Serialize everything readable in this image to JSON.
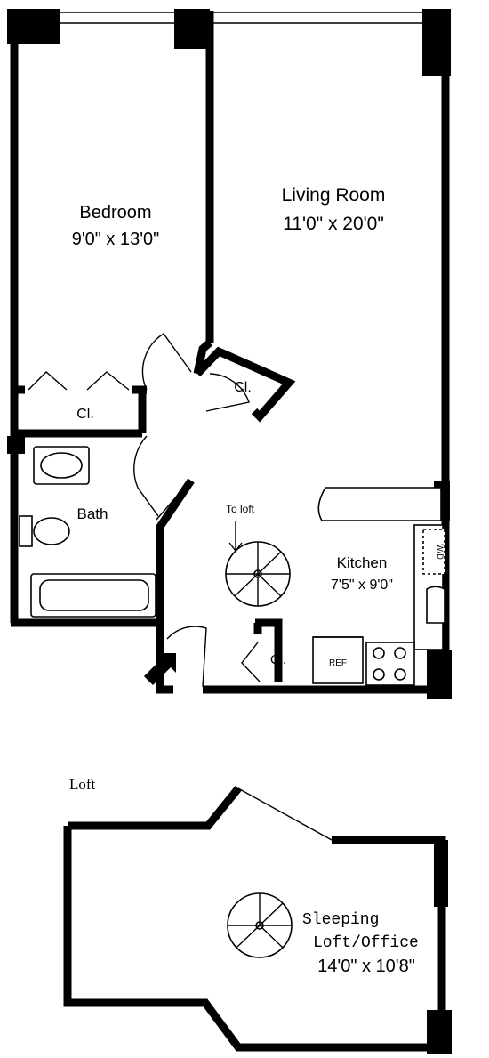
{
  "rooms": {
    "bedroom": {
      "name": "Bedroom",
      "dims": "9'0\" x 13'0\""
    },
    "living": {
      "name": "Living Room",
      "dims": "11'0\" x 20'0\""
    },
    "bath": {
      "name": "Bath"
    },
    "kitchen": {
      "name": "Kitchen",
      "dims": "7'5\" x 9'0\""
    },
    "closet_bedroom": {
      "name": "Cl."
    },
    "closet_living": {
      "name": "Cl."
    },
    "closet_entry": {
      "name": "Cl."
    },
    "sleeping_loft": {
      "name_line1": "Sleeping",
      "name_line2": "Loft/Office",
      "dims": "14'0\" x 10'8\""
    }
  },
  "labels": {
    "to_loft": "To loft",
    "loft_section": "Loft",
    "ref": "REF",
    "wd": "W/D"
  },
  "icons": [
    "entry-arrow-icon",
    "down-arrow-icon",
    "spiral-stair-icon"
  ]
}
